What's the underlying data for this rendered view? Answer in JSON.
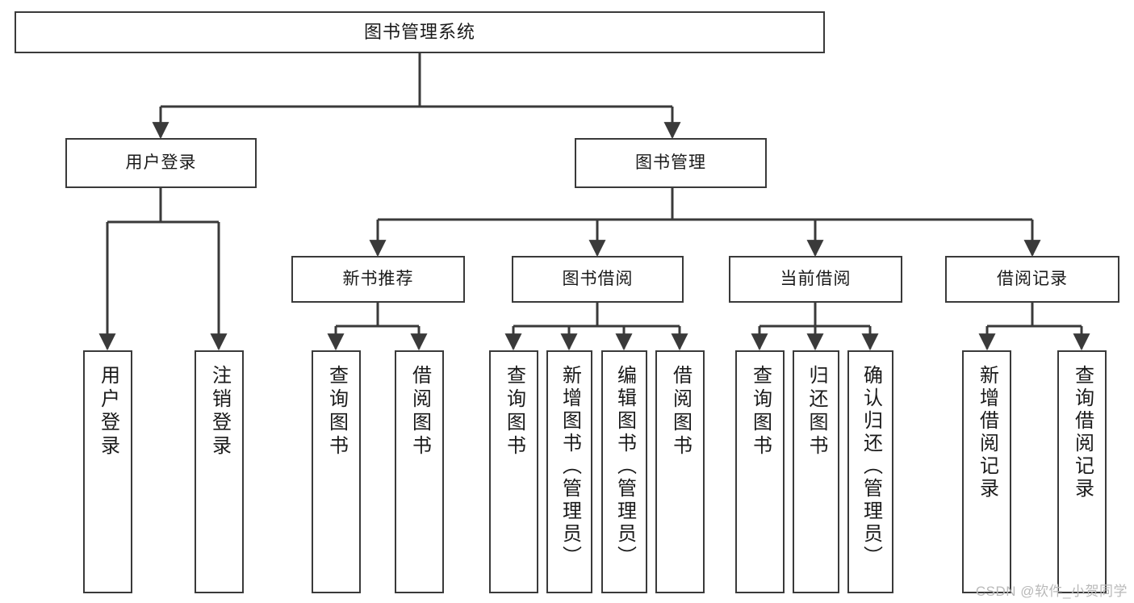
{
  "diagram": {
    "title": "图书管理系统",
    "type": "tree",
    "colors": {
      "background": "#ffffff",
      "node_fill": "#ffffff",
      "node_stroke": "#3a3a3a",
      "edge_stroke": "#3a3a3a",
      "text": "#1a1a1a",
      "watermark": "#b9b9b9"
    },
    "root": {
      "id": "root",
      "label": "图书管理系统"
    },
    "level1": [
      {
        "id": "login",
        "label": "用户登录"
      },
      {
        "id": "bookmgmt",
        "label": "图书管理"
      }
    ],
    "level2": [
      {
        "id": "newbook",
        "label": "新书推荐",
        "parent": "bookmgmt"
      },
      {
        "id": "borrow",
        "label": "图书借阅",
        "parent": "bookmgmt"
      },
      {
        "id": "current",
        "label": "当前借阅",
        "parent": "bookmgmt"
      },
      {
        "id": "record",
        "label": "借阅记录",
        "parent": "bookmgmt"
      }
    ],
    "leaves": [
      {
        "id": "leaf-1",
        "label": "用户登录",
        "parent": "login"
      },
      {
        "id": "leaf-2",
        "label": "注销登录",
        "parent": "login"
      },
      {
        "id": "leaf-3",
        "label": "查询图书",
        "parent": "newbook"
      },
      {
        "id": "leaf-4",
        "label": "借阅图书",
        "parent": "newbook"
      },
      {
        "id": "leaf-5",
        "label": "查询图书",
        "parent": "borrow"
      },
      {
        "id": "leaf-6",
        "label": "新增图书（管理员）",
        "parent": "borrow"
      },
      {
        "id": "leaf-7",
        "label": "编辑图书（管理员）",
        "parent": "borrow"
      },
      {
        "id": "leaf-8",
        "label": "借阅图书",
        "parent": "borrow"
      },
      {
        "id": "leaf-9",
        "label": "查询图书",
        "parent": "current"
      },
      {
        "id": "leaf-10",
        "label": "归还图书",
        "parent": "current"
      },
      {
        "id": "leaf-11",
        "label": "确认归还（管理员）",
        "parent": "current"
      },
      {
        "id": "leaf-12",
        "label": "新增借阅记录",
        "parent": "record"
      },
      {
        "id": "leaf-13",
        "label": "查询借阅记录",
        "parent": "record"
      }
    ]
  },
  "watermark": {
    "text": "CSDN @软件_小贺同学"
  }
}
